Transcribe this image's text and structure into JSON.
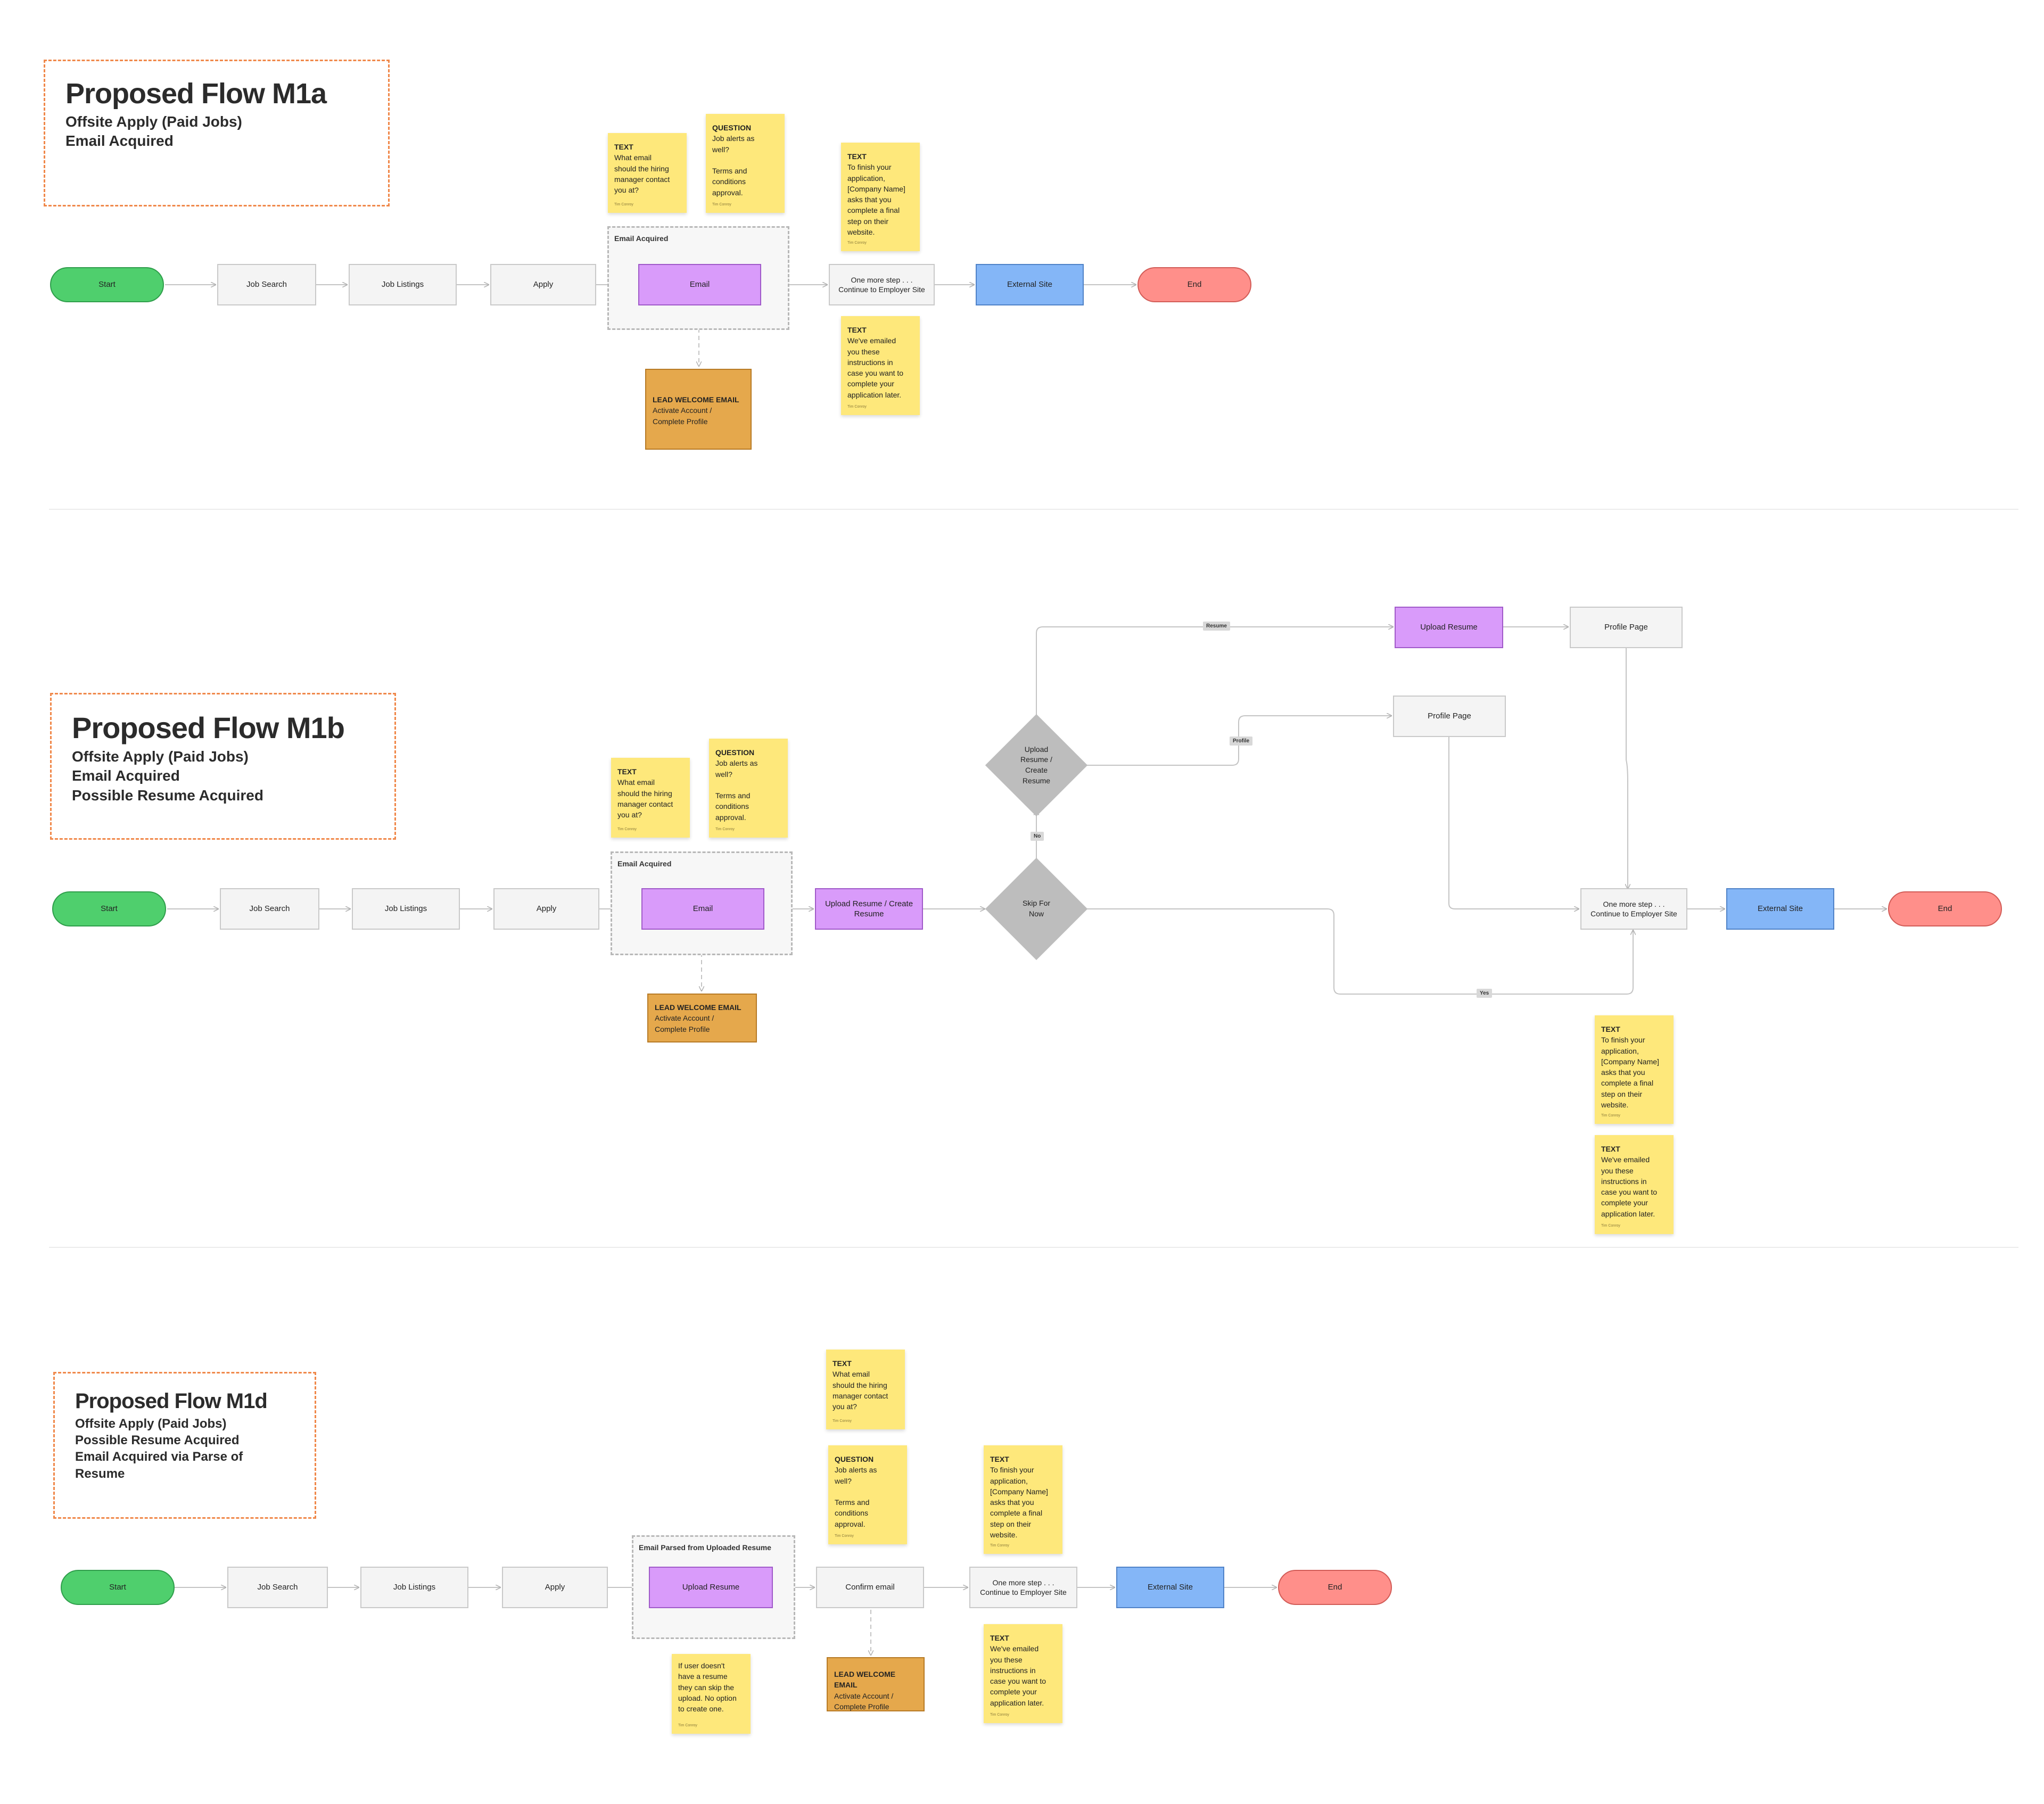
{
  "colors": {
    "start": "#4fcf6d",
    "end": "#ff8f8a",
    "purple": "#d99bfa",
    "blue": "#84b6f7",
    "sticky": "#fee87b",
    "lead": "#e5a84c",
    "title_border": "#f0884a"
  },
  "m1a": {
    "title": "Proposed Flow M1a",
    "sub1": "Offsite Apply (Paid Jobs)",
    "sub2": "Email Acquired",
    "start": "Start",
    "job_search": "Job Search",
    "job_listings": "Job Listings",
    "apply": "Apply",
    "group_label": "Email Acquired",
    "email": "Email",
    "one_more": "One more step . . .\nContinue to Employer Site",
    "external": "External Site",
    "end": "End",
    "lead_kind": "LEAD WELCOME EMAIL",
    "lead_body": "Activate Account /\nComplete Profile",
    "note_email_kind": "TEXT",
    "note_email_body": "What email\nshould the hiring\nmanager contact\nyou at?",
    "note_q_kind": "QUESTION",
    "note_q_body": "Job alerts as\nwell?\n\nTerms and\nconditions\napproval.",
    "note_finish_kind": "TEXT",
    "note_finish_body": "To finish your\napplication,\n[Company Name]\nasks  that you\ncomplete a final\nstep on their\nwebsite.",
    "note_emailed_kind": "TEXT",
    "note_emailed_body": "We've emailed\nyou these\ninstructions in\ncase you want to\ncomplete your\napplication later.",
    "author": "Tim Conroy"
  },
  "m1b": {
    "title": "Proposed Flow M1b",
    "sub1": "Offsite Apply (Paid Jobs)",
    "sub2": "Email Acquired",
    "sub3": "Possible Resume Acquired",
    "start": "Start",
    "job_search": "Job Search",
    "job_listings": "Job Listings",
    "apply": "Apply",
    "group_label": "Email Acquired",
    "email": "Email",
    "upload_create": "Upload Resume / Create\nResume",
    "skip": "Skip For\nNow",
    "upload_diamond": "Upload\nResume /\nCreate\nResume",
    "upload_resume": "Upload Resume",
    "profile_top": "Profile Page",
    "profile_mid": "Profile Page",
    "one_more": "One more step . . .\nContinue to Employer Site",
    "external": "External Site",
    "end": "End",
    "tag_resume": "Resume",
    "tag_profile": "Profile",
    "tag_no": "No",
    "tag_yes": "Yes",
    "lead_kind": "LEAD WELCOME EMAIL",
    "lead_body": "Activate Account /\nComplete Profile",
    "note_email_kind": "TEXT",
    "note_email_body": "What email\nshould the hiring\nmanager contact\nyou at?",
    "note_q_kind": "QUESTION",
    "note_q_body": "Job alerts as\nwell?\n\nTerms and\nconditions\napproval.",
    "note_finish_kind": "TEXT",
    "note_finish_body": "To finish your\napplication,\n[Company Name]\nasks  that you\ncomplete a final\nstep on their\nwebsite.",
    "note_emailed_kind": "TEXT",
    "note_emailed_body": "We've emailed\nyou these\ninstructions in\ncase you want to\ncomplete your\napplication later.",
    "author": "Tim Conroy"
  },
  "m1d": {
    "title": "Proposed Flow M1d",
    "sub1": "Offsite Apply (Paid Jobs)",
    "sub2": "Possible Resume Acquired",
    "sub3": "Email Acquired via Parse of Resume",
    "start": "Start",
    "job_search": "Job Search",
    "job_listings": "Job Listings",
    "apply": "Apply",
    "group_label": "Email Parsed from Uploaded Resume",
    "upload_resume": "Upload Resume",
    "confirm": "Confirm email",
    "one_more": "One more step . . .\nContinue to Employer Site",
    "external": "External Site",
    "end": "End",
    "lead_kind": "LEAD WELCOME EMAIL",
    "lead_body": "Activate Account /\nComplete Profile",
    "note_email_kind": "TEXT",
    "note_email_body": "What email\nshould the hiring\nmanager contact\nyou at?",
    "note_q_kind": "QUESTION",
    "note_q_body": "Job alerts as\nwell?\n\nTerms and\nconditions\napproval.",
    "note_finish_kind": "TEXT",
    "note_finish_body": "To finish your\napplication,\n[Company Name]\nasks  that you\ncomplete a final\nstep on their\nwebsite.",
    "note_emailed_kind": "TEXT",
    "note_emailed_body": "We've emailed\nyou these\ninstructions in\ncase you want to\ncomplete your\napplication later.",
    "note_skip_body": "If user doesn't\nhave a resume\nthey can skip the\nupload. No option\nto create one.",
    "author": "Tim Conroy"
  }
}
